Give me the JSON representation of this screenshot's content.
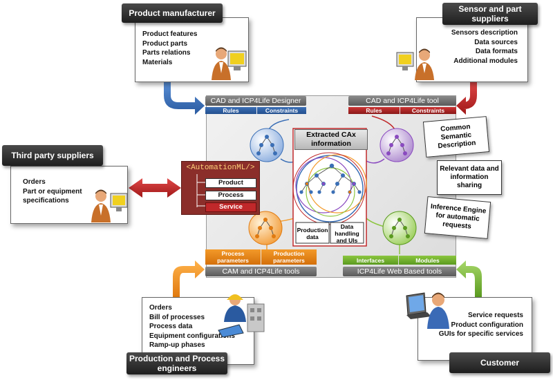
{
  "product_manufacturer": {
    "label": "Product manufacturer",
    "items": [
      "Product features",
      "Product parts",
      "Parts relations",
      "Materials"
    ]
  },
  "sensor_suppliers": {
    "label": "Sensor and part suppliers",
    "items": [
      "Sensors description",
      "Data sources",
      "Data formats",
      "Additional modules"
    ]
  },
  "third_party": {
    "label": "Third party suppliers",
    "items": [
      "Orders",
      "Part or equipment",
      "specifications"
    ]
  },
  "production_engineers": {
    "label": "Production and Process engineers",
    "items": [
      "Orders",
      "Bill of processes",
      "Process data",
      "Equipment configurations",
      "Ramp-up phases"
    ]
  },
  "customer": {
    "label": "Customer",
    "items": [
      "Service requests",
      "Product configuration",
      "GUIs for specific services"
    ]
  },
  "central": {
    "cad_designer": "CAD and ICP4Life Designer",
    "cad_tool": "CAD and ICP4Life tool",
    "rules": "Rules",
    "constraints": "Constraints",
    "cam_tools": "CAM and ICP4Life tools",
    "web_tools": "ICP4Life Web Based tools",
    "process_parameters": "Process parameters",
    "production_parameters": "Production parameters",
    "interfaces": "Interfaces",
    "modules": "Modules",
    "extracted": "Extracted CAx information",
    "production_data": "Production data",
    "data_handling": "Data handling and UIs"
  },
  "automationml": {
    "title": "<AutomationML/>",
    "product": "Product",
    "process": "Process",
    "service": "Service"
  },
  "side_notes": {
    "semantic": "Common Semantic Description",
    "relevant": "Relevant data and information sharing",
    "inference": "Inference Engine for automatic requests"
  },
  "colors": {
    "blue": "#3b6fb6",
    "red": "#c0282a",
    "orange": "#f39a2a",
    "green": "#8cc63f",
    "aml_dark_red": "#8b2e2a"
  }
}
